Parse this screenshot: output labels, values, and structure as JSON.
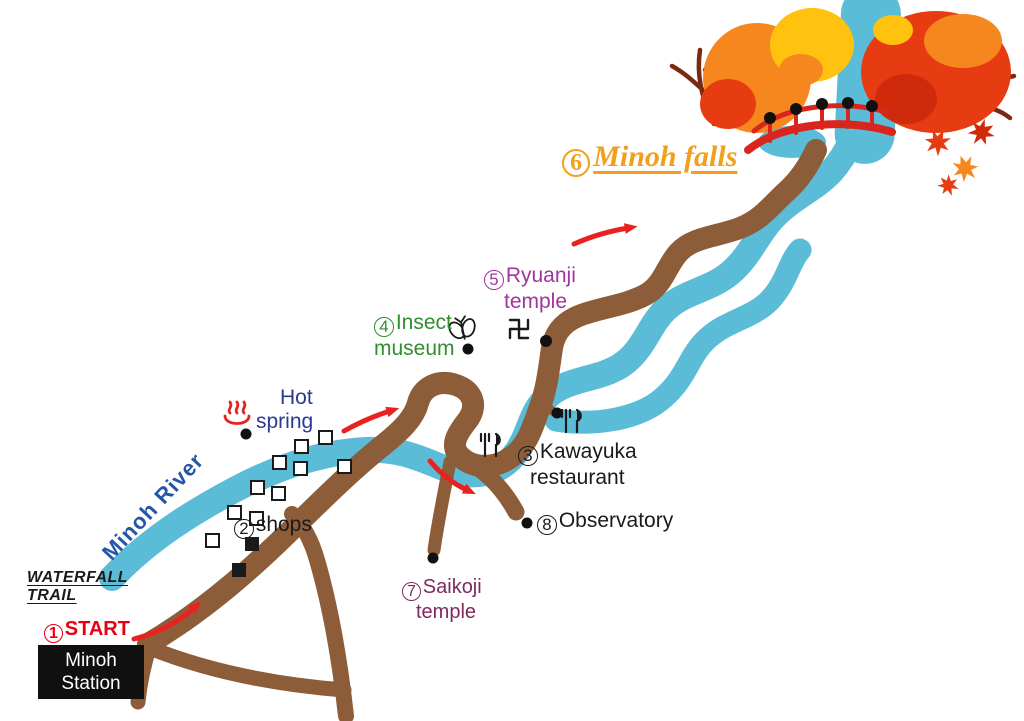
{
  "palette": {
    "river": "#5bbcd8",
    "trail": "#8d5c39",
    "arrow": "#e8231f",
    "red": "#e60012",
    "fallsText": "#f2a01b",
    "green": "#2f8f2f",
    "navy": "#2b3990",
    "riverText": "#2456a8",
    "purple": "#a0359b",
    "darkPurple": "#7d2a5e",
    "ink": "#1a1a1a",
    "bridge": "#d9251d",
    "treeOrange": "#f6871e",
    "treeRed": "#e73c12",
    "treeYellow": "#ffc20e",
    "treeDarkRed": "#cf2a0c",
    "twig": "#7a2a10"
  },
  "labels": {
    "minoh_falls": {
      "num": "6",
      "text": "Minoh falls"
    },
    "ryuanji": {
      "num": "5",
      "line1": "Ryuanji",
      "line2": "temple"
    },
    "insect": {
      "num": "4",
      "line1": "Insect",
      "line2": "museum"
    },
    "hot_spring": {
      "line1": "Hot",
      "line2": "spring"
    },
    "minoh_river": {
      "text": "Minoh River"
    },
    "shops": {
      "num": "2",
      "text": "shops"
    },
    "kawayuka": {
      "num": "3",
      "line1": "Kawayuka",
      "line2": "restaurant"
    },
    "observatory": {
      "num": "8",
      "text": "Observatory"
    },
    "saikoji": {
      "num": "7",
      "line1": "Saikoji",
      "line2": "temple"
    },
    "waterfall_trail": {
      "line1": "WATERFALL",
      "line2": "TRAIL"
    },
    "start": {
      "num": "1",
      "text": "START"
    },
    "station": {
      "line1": "Minoh",
      "line2": "Station"
    }
  },
  "icons": {
    "hot_spring_icon": "onsen steam symbol",
    "butterfly_icon": "butterfly",
    "manji_icon": "temple manji",
    "fork_knife_icon": "restaurant utensils",
    "location_dot": "black dot marker",
    "shop_marker": "small square building",
    "route_arrow": "red direction arrow",
    "maple_leaf_icon": "autumn maple leaf"
  }
}
